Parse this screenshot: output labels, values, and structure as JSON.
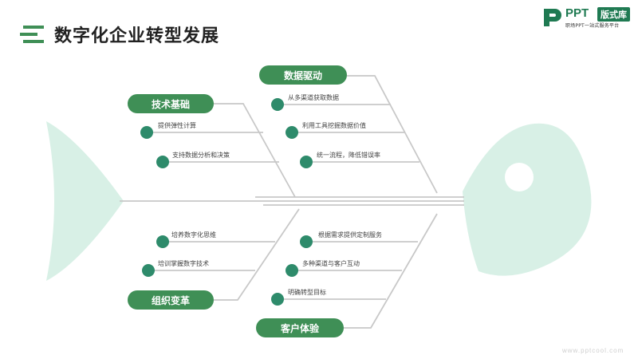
{
  "title": "数字化企业转型发展",
  "logo": {
    "brand": "PPT",
    "badge": "版式库",
    "tagline": "职场PPT一站式服务平台"
  },
  "watermark": "www.pptcool.com",
  "colors": {
    "dark_green": "#3f8f56",
    "teal_dot": "#2e8b6b",
    "fish_mint": "#d8f0e6",
    "line": "#c8c8c8"
  },
  "branches": {
    "tech": {
      "label": "技术基础",
      "items": [
        "提供弹性计算",
        "支持数据分析和决策"
      ]
    },
    "data": {
      "label": "数据驱动",
      "items": [
        "从多渠道获取数据",
        "利用工具挖掘数据价值",
        "统一流程，降低错误率"
      ]
    },
    "org": {
      "label": "组织变革",
      "items": [
        "培养数字化思维",
        "培训掌握数字技术"
      ]
    },
    "customer": {
      "label": "客户体验",
      "items": [
        "根据需求提供定制服务",
        "多种渠道与客户互动",
        "明确转型目标"
      ]
    }
  }
}
